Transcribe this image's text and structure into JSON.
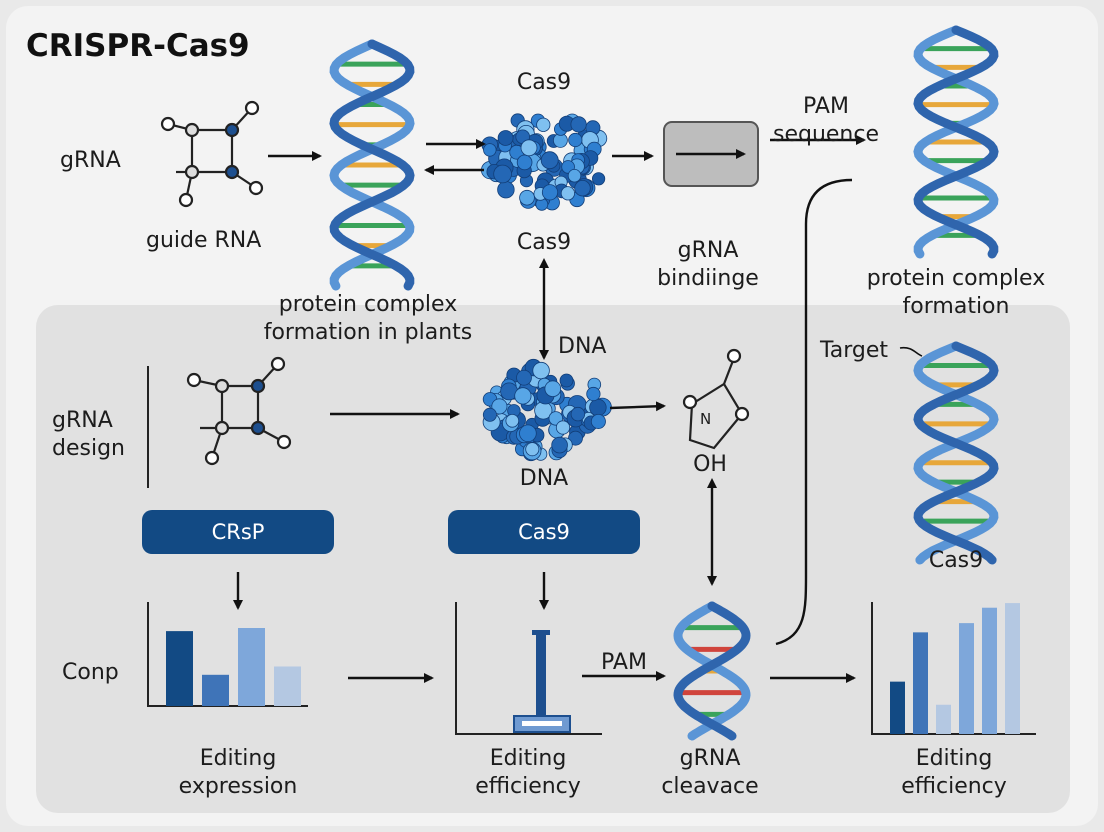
{
  "title": "CRISPR-Cas9",
  "labels": {
    "grna_top": "gRNA",
    "guide_rna": "guide RNA",
    "protein_complex_plants_1": "protein complex",
    "protein_complex_plants_2": "formation in plants",
    "cas9_top": "Cas9",
    "cas9_under": "Cas9",
    "pam_sequence_1": "PAM",
    "pam_sequence_2": "sequence",
    "grna_binding_1": "gRNA",
    "grna_binding_2": "bindiinge",
    "protein_complex_right_1": "protein complex",
    "protein_complex_right_2": "formation",
    "dna_arrow": "DNA",
    "dna_under": "DNA",
    "grna_design_1": "gRNA",
    "grna_design_2": "design",
    "oh": "OH",
    "n": "N",
    "target": "Target",
    "cas9_right": "Cas9",
    "conp": "Conp",
    "pam_bottom": "PAM",
    "editing_expression_1": "Editing",
    "editing_expression_2": "expression",
    "editing_efficiency_mid_1": "Editing",
    "editing_efficiency_mid_2": "efficiency",
    "grna_cleavace_1": "gRNA",
    "grna_cleavace_2": "cleavace",
    "editing_efficiency_right_1": "Editing",
    "editing_efficiency_right_2": "efficiency"
  },
  "buttons": {
    "crsp": "CRsP",
    "cas9": "Cas9"
  },
  "bars_left": [
    0.72,
    0.3,
    0.75,
    0.38
  ],
  "bars_right": [
    0.34,
    0.66,
    0.19,
    0.72,
    0.82,
    0.85
  ],
  "colors": {
    "dark_blue": "#124a84",
    "mid_blue": "#3f74b8",
    "light_blue": "#7ea7da",
    "pale_blue": "#b4c8e2",
    "helix": "#2f65ad",
    "helix_light": "#5a95d6",
    "rung_orange": "#e7a73a",
    "rung_green": "#3aa35a",
    "rung_red": "#d0443c"
  }
}
